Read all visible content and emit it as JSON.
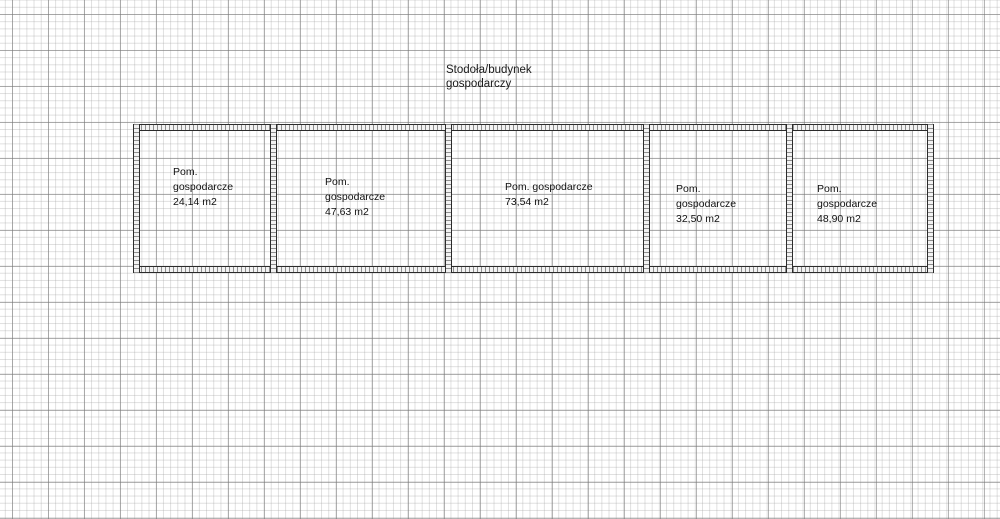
{
  "drawing": {
    "title": "Stodoła/budynek\ngospodarczy",
    "building_name": "Stodoła/budynek gospodarczy",
    "background": "graph-paper-grid",
    "colors": {
      "wall_line": "#2b2b2b",
      "wall_fill": "#f2f2f2",
      "grid_minor": "#bdbdbd",
      "grid_major": "#8c8c8c",
      "text": "#111111",
      "paper": "#ffffff"
    },
    "rooms": [
      {
        "id": "room-1",
        "name": "Pom. gospodarcze",
        "area": "24,14 m2",
        "label": "Pom.\ngospodarcze\n24,14 m2"
      },
      {
        "id": "room-2",
        "name": "Pom. gospodarcze",
        "area": "47,63 m2",
        "label": "Pom.\ngospodarcze\n47,63 m2"
      },
      {
        "id": "room-3",
        "name": "Pom. gospodarcze",
        "area": "73,54 m2",
        "label": "Pom. gospodarcze\n73,54 m2"
      },
      {
        "id": "room-4",
        "name": "Pom. gospodarcze",
        "area": "32,50 m2",
        "label": "Pom.\ngospodarcze\n32,50 m2"
      },
      {
        "id": "room-5",
        "name": "Pom. gospodarcze",
        "area": "48,90 m2",
        "label": "Pom.\ngospodarcze\n48,90 m2"
      }
    ]
  }
}
